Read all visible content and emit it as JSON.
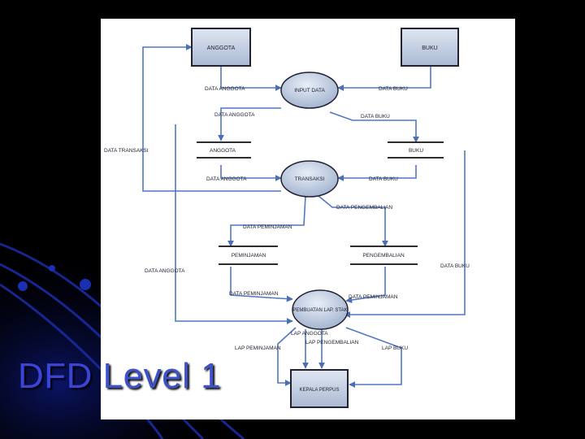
{
  "slide": {
    "title_part1": "DFD",
    "title_part2": "Level 1",
    "colors": {
      "background": "#000000",
      "accent": "#1a2a9a",
      "title_part1": "#3a44d8",
      "title_part2": "#3d52c8"
    }
  },
  "diagram": {
    "entities": {
      "anggota": "ANGGOTA",
      "buku": "BUKU",
      "kepala": "KEPALA PERPUS"
    },
    "processes": {
      "input": "INPUT DATA",
      "transaksi": "TRANSAKSI",
      "pembuatan": "PEMBUATAN LAP. STAK"
    },
    "stores": {
      "anggota": "ANGGOTA",
      "buku": "BUKU",
      "peminjaman": "PEMINJAMAN",
      "pengembalian": "PENGEMBALIAN"
    },
    "flows": {
      "data_anggota_1": "DATA ANGGOTA",
      "data_buku_1": "DATA BUKU",
      "data_anggota_2": "DATA ANGGOTA",
      "data_buku_2": "DATA BUKU",
      "data_transaksi": "DATA TRANSAKSI",
      "data_anggota_3": "DATA ANGGOTA",
      "data_buku_3": "DATA BUKU",
      "data_pengembalian": "DATA PENGEMBALIAN",
      "data_peminjaman_1": "DATA PEMINJAMAN",
      "data_anggota_4": "DATA ANGGOTA",
      "data_buku_4": "DATA BUKU",
      "data_peminjaman_2": "DATA PEMINJAMAN",
      "data_peminjaman_3": "DATA PEMINJAMAN",
      "lap_anggota": "LAP ANGGOTA",
      "lap_peminjaman": "LAP PEMINJAMAN",
      "lap_pengembalian": "LAP PENGEMBALIAN",
      "lap_buku": "LAP BUKU"
    }
  }
}
